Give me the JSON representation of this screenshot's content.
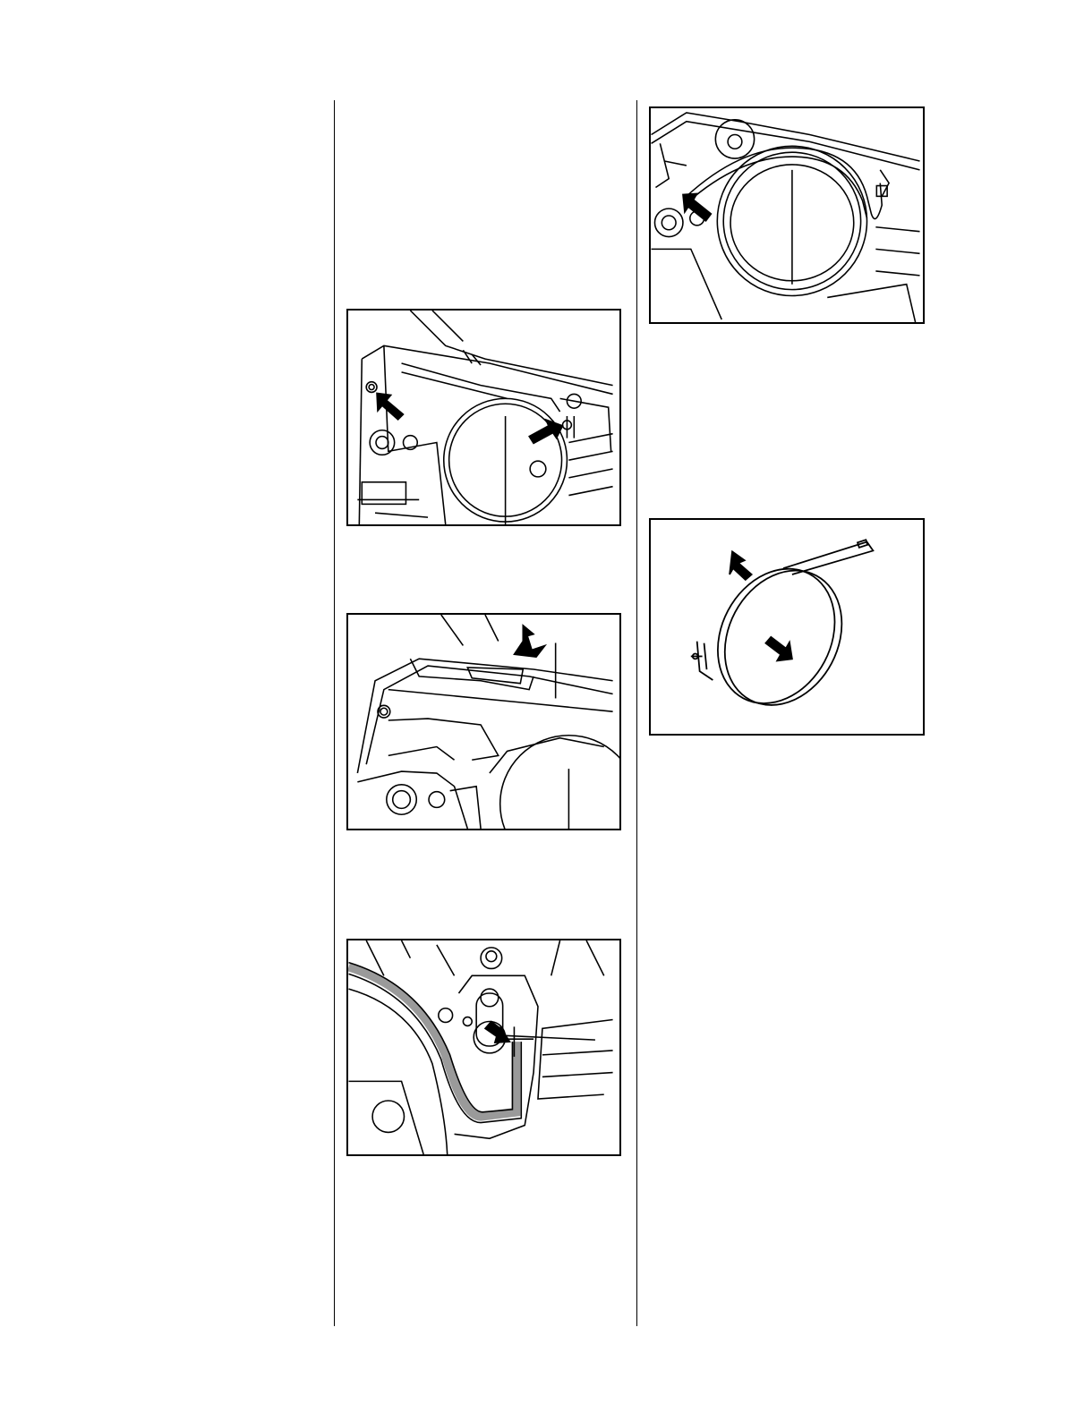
{
  "page": {
    "figures": [
      {
        "id": "fig-brake-band-screws",
        "arrows": 2
      },
      {
        "id": "fig-cover-rail",
        "arrows": 1
      },
      {
        "id": "fig-band-on-pin",
        "arrows": 1
      },
      {
        "id": "fig-band-installed",
        "arrows": 1
      },
      {
        "id": "fig-brake-band-loose",
        "arrows": 2
      }
    ],
    "colors": {
      "ink": "#000000",
      "paper": "#ffffff",
      "shade": "#9a9a9a"
    }
  }
}
